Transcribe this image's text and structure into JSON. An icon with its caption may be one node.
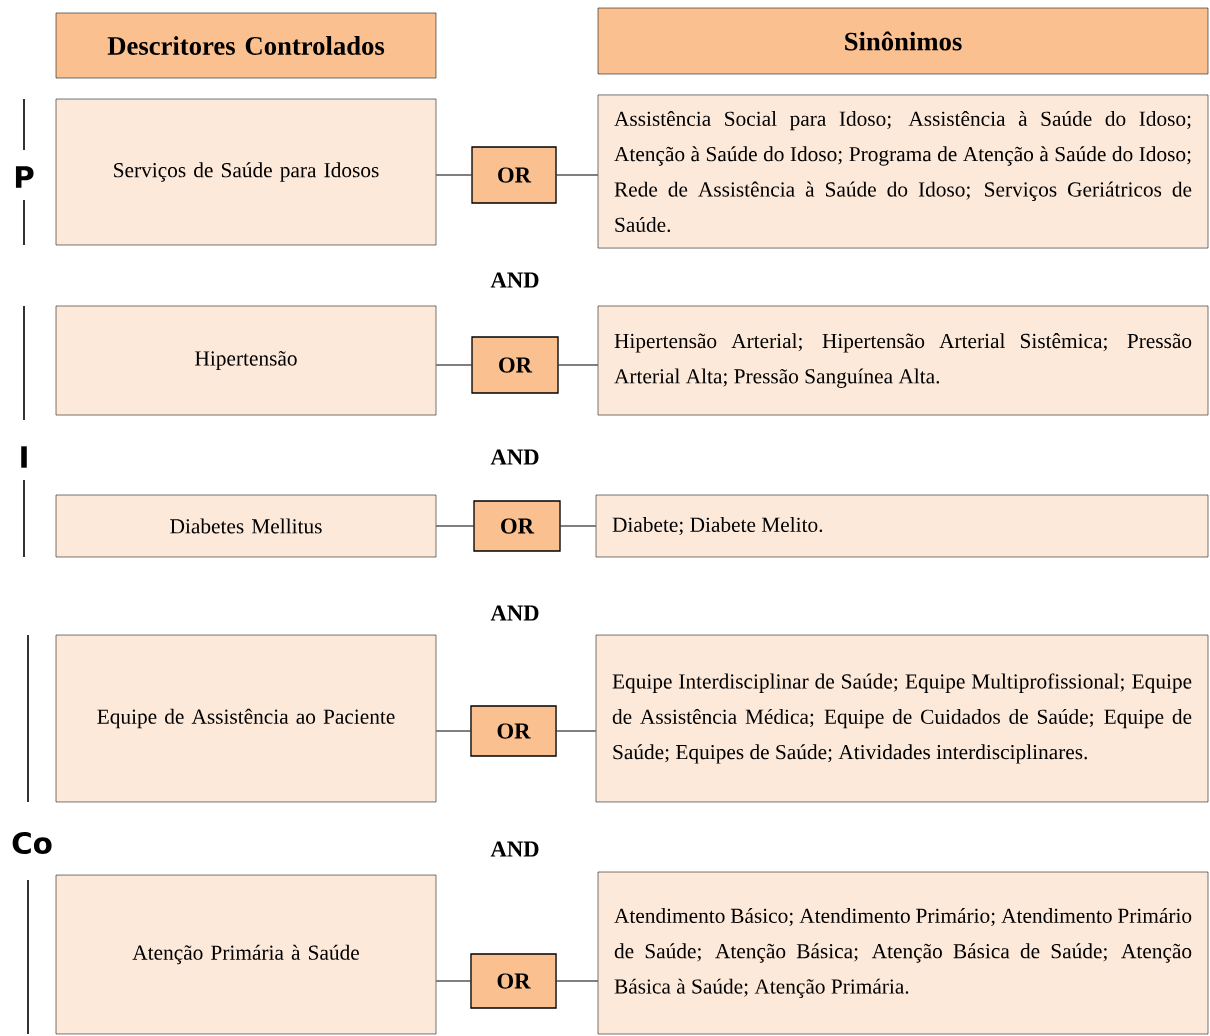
{
  "diagram": {
    "nodes": [
      {
        "text": [
          "Descritores Controlados"
        ]
      },
      {
        "text": [
          "Sinônimos"
        ]
      },
      {
        "text": [
          "Serviços de Saúde para Idosos"
        ]
      },
      {
        "text": [
          "OR"
        ]
      },
      {
        "text": [
          "Assistência Social para Idoso; Assistência à Saúde do Idoso; Atenção à Saúde do Idoso; Programa de Atenção à Saúde do Idoso; Rede de Assistência à Saúde do Idoso; Serviços Geriátricos de Saúde."
        ]
      },
      {
        "text": [
          "Hipertensão"
        ]
      },
      {
        "text": [
          "OR"
        ]
      },
      {
        "text": [
          "Hipertensão Arterial; Hipertensão Arterial Sistêmica; Pressão Arterial Alta; Pressão Sanguínea Alta."
        ]
      },
      {
        "text": [
          "Diabetes Mellitus"
        ]
      },
      {
        "text": [
          "OR"
        ]
      },
      {
        "text": [
          "Diabete; Diabete Melito."
        ]
      },
      {
        "text": [
          "Equipe de Assistência ao Paciente"
        ]
      },
      {
        "text": [
          "OR"
        ]
      },
      {
        "text": [
          "Equipe Interdisciplinar de Saúde; Equipe Multiprofissional; Equipe de Assistência Médica; Equipe de Cuidados de Saúde; Equipe de Saúde; Equipes de Saúde; Atividades interdisciplinares."
        ]
      },
      {
        "text": [
          "Atenção Primária à Saúde"
        ]
      },
      {
        "text": [
          "OR"
        ]
      },
      {
        "text": [
          "Atendimento Básico; Atendimento Primário; Atendimento Primário de Saúde; Atenção Básica; Atenção Básica de Saúde; Atenção Básica à Saúde; Atenção Primária."
        ]
      }
    ],
    "edges": [
      {
        "from": 2,
        "to": 3,
        "arrow": "none"
      },
      {
        "from": 3,
        "to": 4,
        "arrow": "none"
      },
      {
        "from": 5,
        "to": 6,
        "arrow": "none"
      },
      {
        "from": 6,
        "to": 7,
        "arrow": "none"
      },
      {
        "from": 8,
        "to": 9,
        "arrow": "none"
      },
      {
        "from": 9,
        "to": 10,
        "arrow": "none"
      },
      {
        "from": 11,
        "to": 12,
        "arrow": "none"
      },
      {
        "from": 12,
        "to": 13,
        "arrow": "none"
      },
      {
        "from": 14,
        "to": 15,
        "arrow": "none"
      },
      {
        "from": 15,
        "to": 16,
        "arrow": "none"
      }
    ],
    "labels": [
      "P",
      "AND",
      "I",
      "AND",
      "AND",
      "Co",
      "AND"
    ]
  }
}
